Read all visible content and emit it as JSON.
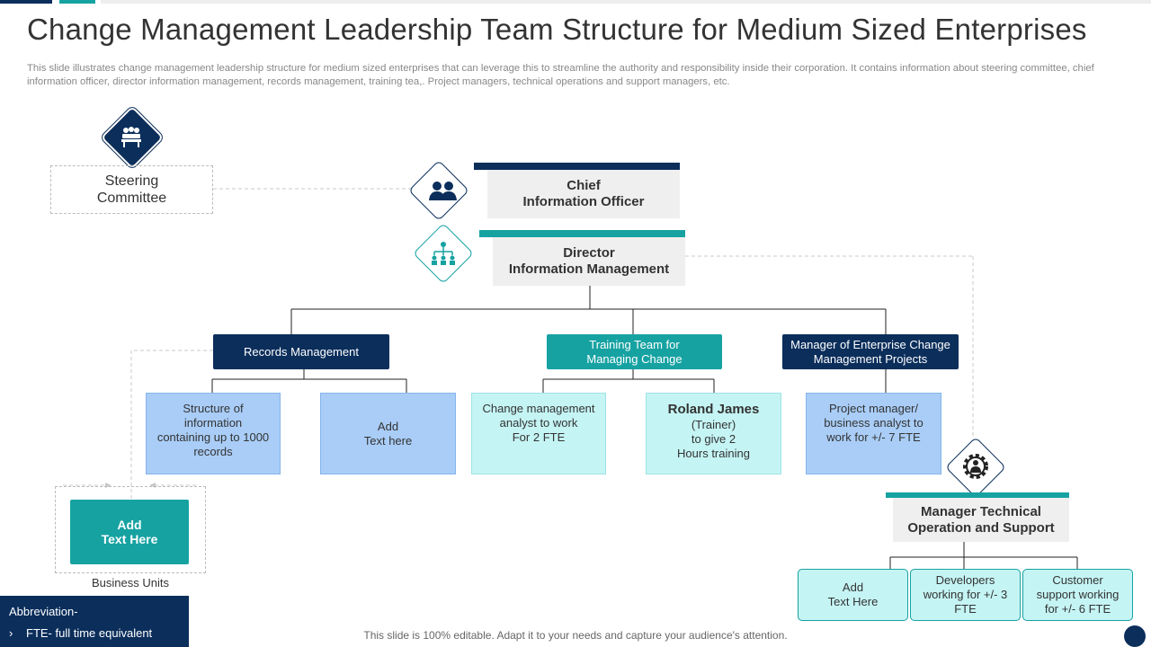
{
  "header": {
    "title": "Change Management Leadership Team Structure for Medium Sized Enterprises",
    "description": "This slide illustrates change management leadership structure for medium sized enterprises that can leverage this to  streamline the authority and responsibility inside their corporation. It contains information about steering committee, chief information officer, director information management, records management, training tea,. Project managers, technical operations and support managers, etc."
  },
  "steering": {
    "label": "Steering\nCommittee"
  },
  "cio": {
    "label": "Chief\nInformation Officer"
  },
  "director": {
    "label": "Director\nInformation Management"
  },
  "departments": {
    "records": "Records Management",
    "training": "Training  Team for\nManaging Change",
    "enterprise": "Manager of Enterprise Change\nManagement Projects"
  },
  "cards": {
    "structure": "Structure of\ninformation\ncontaining up to 1000\nrecords",
    "add_text": "Add\nText here",
    "analyst": "Change  management\nanalyst to work\nFor 2 FTE",
    "roland_name": "Roland James",
    "roland_detail": "(Trainer)\nto give  2\nHours training",
    "project_manager": "Project manager/\nbusiness analyst to\nwork for +/- 7 FTE"
  },
  "business_units": {
    "box": "Add\nText Here",
    "label": "Business Units"
  },
  "technical": {
    "title": "Manager Technical\nOperation and Support",
    "add_text": "Add\nText Here",
    "developers": "Developers\nworking for +/- 3\nFTE",
    "customer": "Customer\nsupport working\nfor +/- 6 FTE"
  },
  "abbreviation": {
    "title": "Abbreviation-",
    "bullet": "›",
    "item": "FTE- full time equivalent"
  },
  "footer": {
    "text": "This slide is 100% editable. Adapt it to your needs and capture your audience's attention."
  },
  "colors": {
    "navy": "#0b2e5b",
    "teal": "#17a2a2",
    "light_blue": "#a9cdf7",
    "light_cyan": "#c5f4f4",
    "grey": "#efefef"
  },
  "icons": [
    "meeting-icon",
    "people-icon",
    "hierarchy-icon",
    "gear-person-icon"
  ]
}
